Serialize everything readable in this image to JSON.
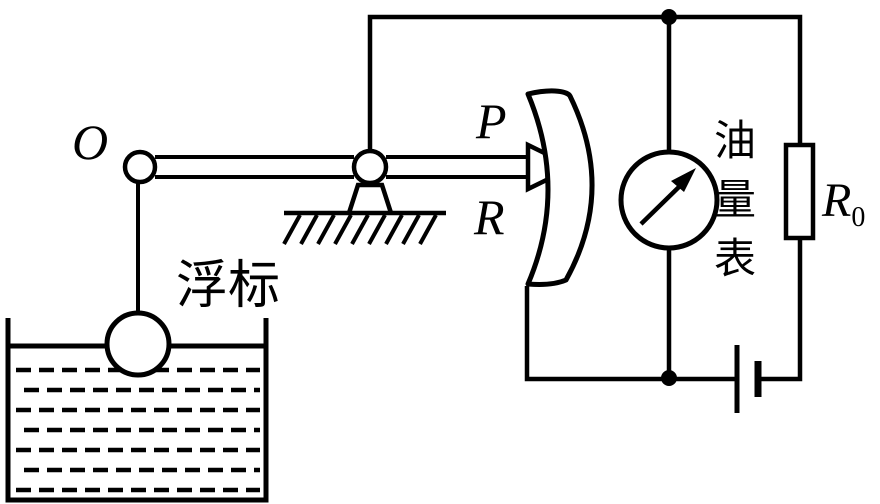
{
  "labels": {
    "pivot": "O",
    "slider": "P",
    "resistor": "R",
    "fixed_resistor": "R",
    "fixed_resistor_sub": "0",
    "float": "浮标",
    "meter": [
      "油",
      "量",
      "表"
    ]
  },
  "colors": {
    "stroke": "#000000",
    "background": "#ffffff"
  }
}
